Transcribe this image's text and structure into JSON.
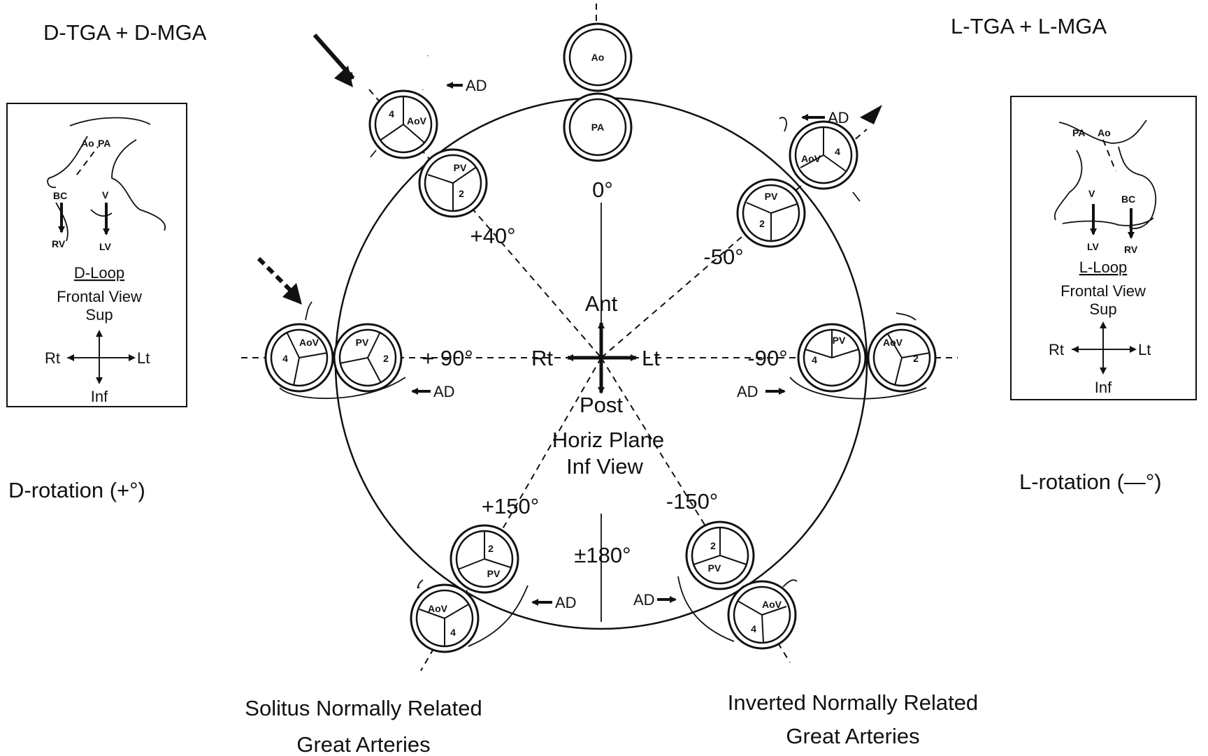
{
  "corner_labels": {
    "top_left": "D-TGA + D-MGA",
    "top_right": "L-TGA + L-MGA",
    "d_rotation": "D-rotation (+°)",
    "l_rotation": "L-rotation (—°)",
    "solitus_line1": "Solitus Normally Related",
    "solitus_line2": "Great Arteries",
    "inverted_line1": "Inverted Normally Related",
    "inverted_line2": "Great Arteries"
  },
  "left_box": {
    "ao": "Ao",
    "pa": "PA",
    "bc": "BC",
    "v": "V",
    "rv": "RV",
    "lv": "LV",
    "loop": "D-Loop",
    "frontal": "Frontal View",
    "sup": "Sup",
    "rt": "Rt",
    "lt": "Lt",
    "inf": "Inf"
  },
  "right_box": {
    "pa": "PA",
    "ao": "Ao",
    "v": "V",
    "bc": "BC",
    "lv": "LV",
    "rv": "RV",
    "loop": "L-Loop",
    "frontal": "Frontal View",
    "sup": "Sup",
    "rt": "Rt",
    "lt": "Lt",
    "inf": "Inf"
  },
  "center": {
    "ant": "Ant",
    "post": "Post",
    "rt": "Rt",
    "lt": "Lt",
    "horiz_line1": "Horiz Plane",
    "horiz_line2": "Inf View"
  },
  "angles": {
    "a0": "0°",
    "a_plus40": "+40°",
    "a_minus50": "-50°",
    "a_plus90": "+ 90°",
    "a_minus90": "-90°",
    "a_plus150": "+150°",
    "a_minus150": "-150°",
    "a_180": "±180°"
  },
  "valves": {
    "ao": "Ao",
    "pa": "PA",
    "aov": "AoV",
    "pv": "PV",
    "n2": "2",
    "n4": "4",
    "ad": "AD"
  }
}
